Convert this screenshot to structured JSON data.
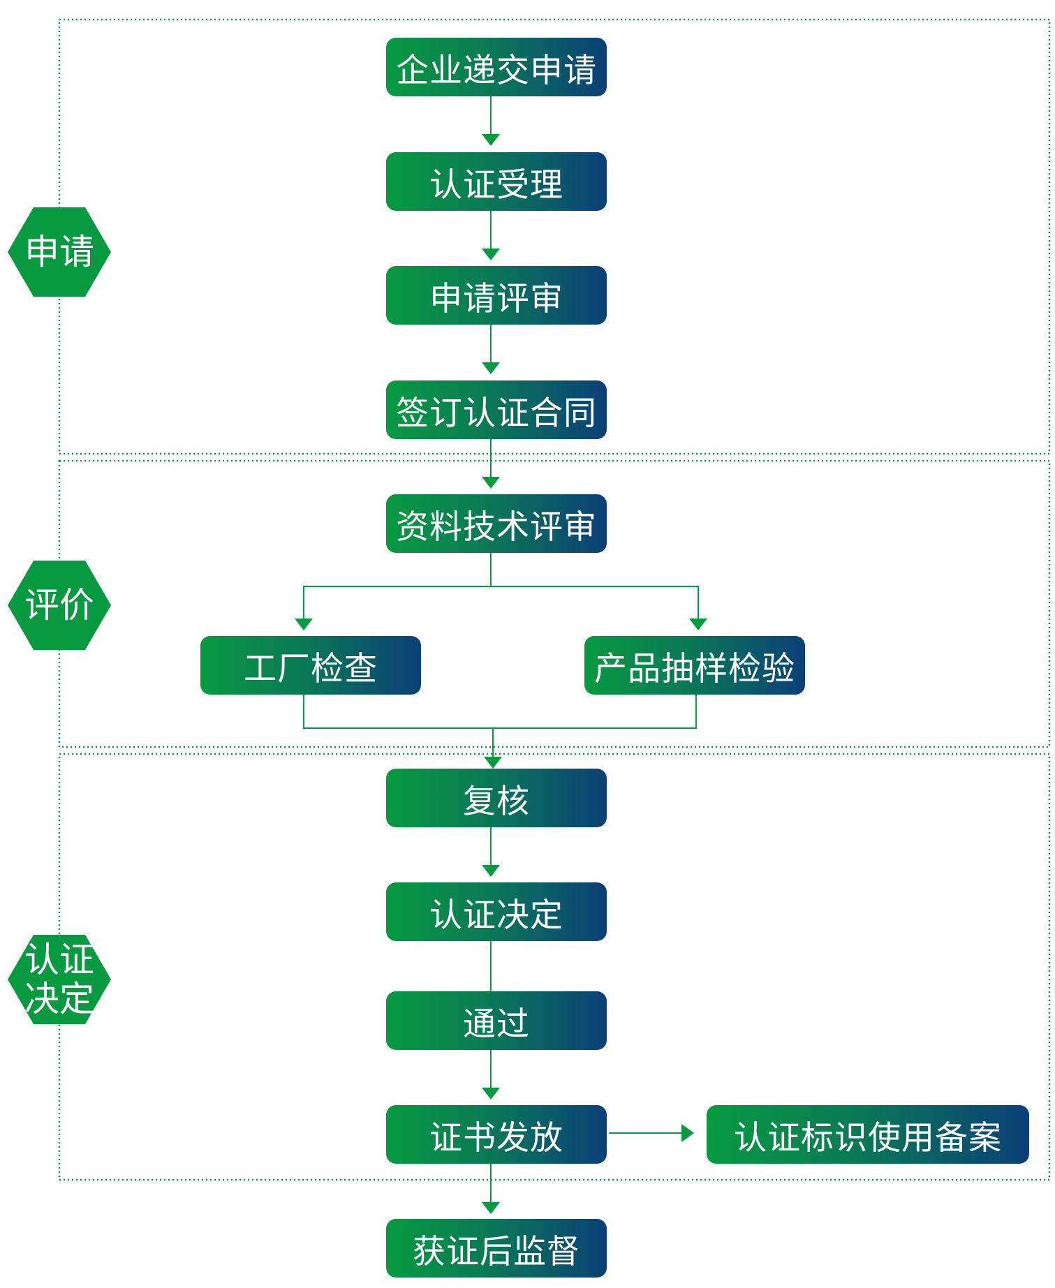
{
  "stages": [
    {
      "id": "apply",
      "label": "申请"
    },
    {
      "id": "evaluate",
      "label": "评价"
    },
    {
      "id": "decision",
      "label": "认证决定"
    }
  ],
  "steps": [
    {
      "id": "submit",
      "label": "企业递交申请"
    },
    {
      "id": "accept",
      "label": "认证受理"
    },
    {
      "id": "review",
      "label": "申请评审"
    },
    {
      "id": "contract",
      "label": "签订认证合同"
    },
    {
      "id": "tech-review",
      "label": "资料技术评审"
    },
    {
      "id": "factory",
      "label": "工厂检查"
    },
    {
      "id": "sampling",
      "label": "产品抽样检验"
    },
    {
      "id": "recheck",
      "label": "复核"
    },
    {
      "id": "decide",
      "label": "认证决定"
    },
    {
      "id": "pass",
      "label": "通过"
    },
    {
      "id": "issue",
      "label": "证书发放"
    },
    {
      "id": "mark",
      "label": "认证标识使用备案"
    },
    {
      "id": "supervision",
      "label": "获证后监督"
    }
  ],
  "edges": [
    {
      "from": "submit",
      "to": "accept"
    },
    {
      "from": "accept",
      "to": "review"
    },
    {
      "from": "review",
      "to": "contract"
    },
    {
      "from": "contract",
      "to": "tech-review"
    },
    {
      "from": "tech-review",
      "to": "factory"
    },
    {
      "from": "tech-review",
      "to": "sampling"
    },
    {
      "from": "factory",
      "to": "recheck"
    },
    {
      "from": "sampling",
      "to": "recheck"
    },
    {
      "from": "recheck",
      "to": "decide"
    },
    {
      "from": "decide",
      "to": "pass"
    },
    {
      "from": "pass",
      "to": "issue"
    },
    {
      "from": "issue",
      "to": "mark"
    },
    {
      "from": "issue",
      "to": "supervision"
    }
  ],
  "colors": {
    "accent": "#079a41",
    "box_start": "#079a41",
    "box_end": "#0b3f78",
    "connector": "#079a41",
    "frame": "#079a41"
  }
}
